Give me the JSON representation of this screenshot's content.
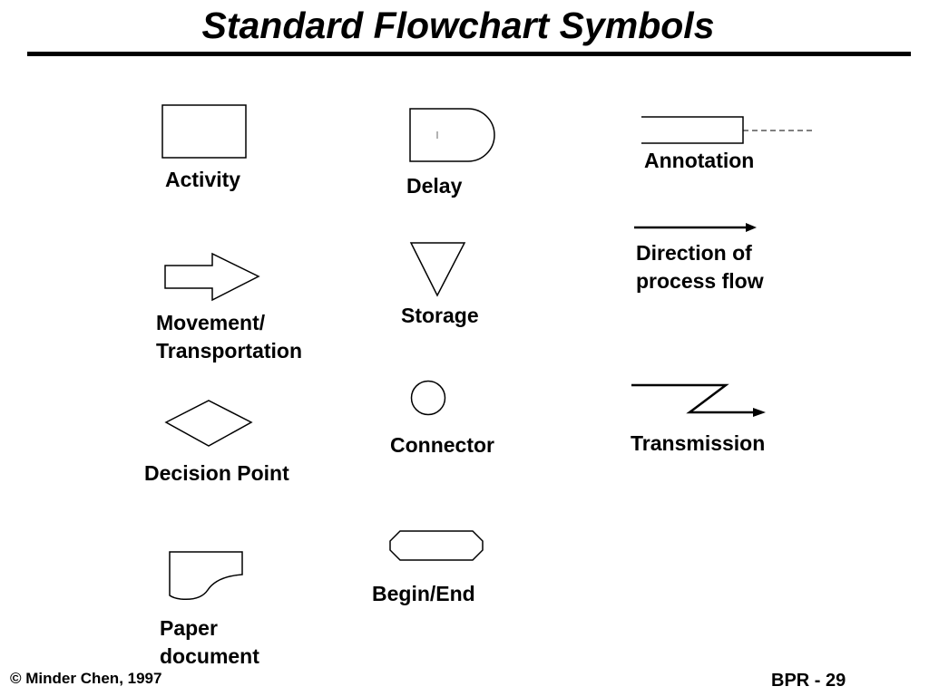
{
  "slide": {
    "title": "Standard Flowchart Symbols",
    "footer_left": "© Minder Chen, 1997",
    "footer_right": "BPR - 29"
  },
  "symbols": {
    "activity": {
      "icon": "rectangle-icon",
      "label": "Activity"
    },
    "movement": {
      "icon": "block-arrow-icon",
      "label_lines": [
        "Movement/",
        "Transportation"
      ]
    },
    "decision": {
      "icon": "diamond-icon",
      "label": "Decision Point"
    },
    "paper_document": {
      "icon": "document-icon",
      "label_lines": [
        "Paper",
        "document"
      ]
    },
    "delay": {
      "icon": "d-shape-icon",
      "label": "Delay"
    },
    "storage": {
      "icon": "inverted-triangle-icon",
      "label": "Storage"
    },
    "connector": {
      "icon": "circle-icon",
      "label": "Connector"
    },
    "begin_end": {
      "icon": "octagon-terminator-icon",
      "label": "Begin/End"
    },
    "annotation": {
      "icon": "annotation-bracket-icon",
      "label": "Annotation"
    },
    "direction": {
      "icon": "arrow-line-icon",
      "label_lines": [
        "Direction of",
        "process flow"
      ]
    },
    "transmission": {
      "icon": "lightning-arrow-icon",
      "label": "Transmission"
    }
  },
  "colors": {
    "stroke": "#000000",
    "background": "#ffffff"
  }
}
